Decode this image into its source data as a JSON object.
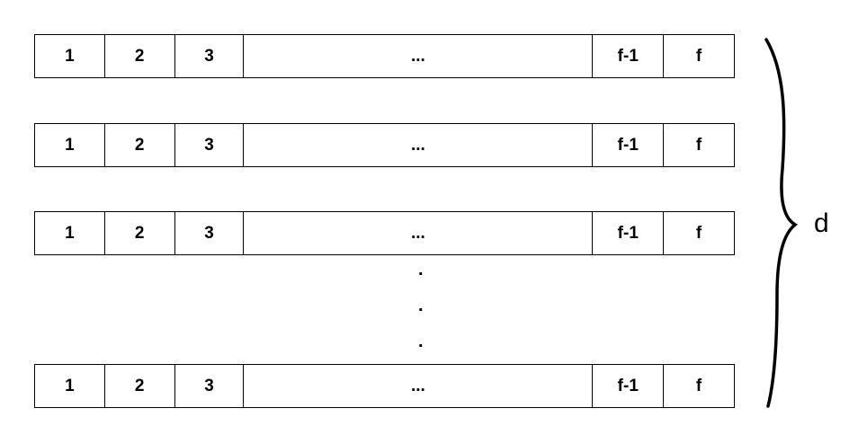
{
  "rows": [
    {
      "cells": [
        "1",
        "2",
        "3",
        "...",
        "f-1",
        "f"
      ]
    },
    {
      "cells": [
        "1",
        "2",
        "3",
        "...",
        "f-1",
        "f"
      ]
    },
    {
      "cells": [
        "1",
        "2",
        "3",
        "...",
        "f-1",
        "f"
      ]
    },
    {
      "cells": [
        "1",
        "2",
        "3",
        "...",
        "f-1",
        "f"
      ]
    }
  ],
  "vertical_ellipsis": [
    ".",
    ".",
    "."
  ],
  "brace_label": "d"
}
